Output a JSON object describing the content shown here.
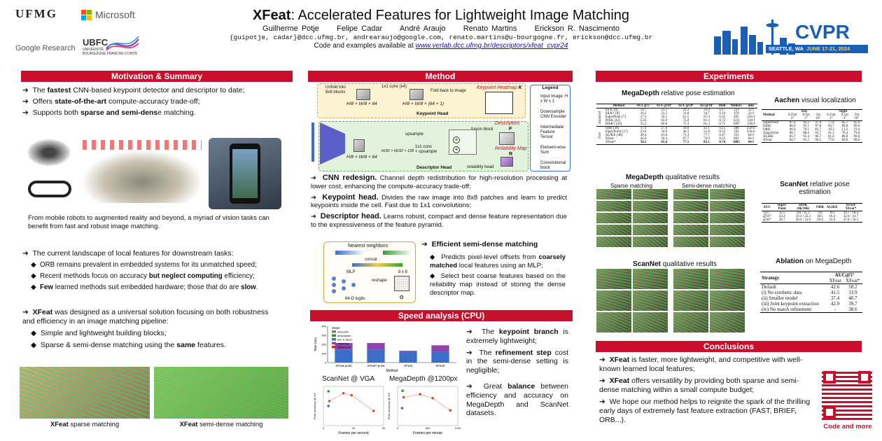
{
  "header": {
    "title_bold": "XFeat",
    "title_rest": ": Accelerated Features for Lightweight Image Matching",
    "authors": [
      "Guilherme Potje",
      "Felipe Cadar",
      "André Araujo",
      "Renato Martins",
      "Erickson R. Nascimento"
    ],
    "emails": "{guipotje, cadar}@dcc.ufmg.br, andrearaujo@google.com, renato.martins@u-bourgogne.fr, erickson@dcc.ufmg.br",
    "code_prefix": "Code and examples available at ",
    "code_link": "www.verlab.dcc.ufmg.br/descriptors/xfeat_cvpr24",
    "logos": {
      "ufmg": "UFMG",
      "microsoft": "Microsoft",
      "google": "Google Research",
      "ubfc": "UBFC",
      "ubfc_sub1": "UNIVERSITÉ",
      "ubfc_sub2": "BOURGOGNE FRANCHE-COMTÉ"
    },
    "cvpr": {
      "name": "CVPR",
      "city": "SEATTLE, WA",
      "dates": "JUNE 17-21, 2024"
    }
  },
  "motivation": {
    "title": "Motivation & Summary",
    "bullets": [
      {
        "pre": "The ",
        "bold": "fastest",
        "post": " CNN-based keypoint detector and descriptor to date;"
      },
      {
        "pre": "Offers ",
        "bold": "state-of-the-art",
        "post": " compute-accuracy trade-off;"
      },
      {
        "pre": "Supports both ",
        "bold": "sparse and semi-dens",
        "post": "e matching."
      }
    ],
    "caption": "From mobile robots to augmented reality and beyond, a myriad of vision tasks can benefit from fast and robust image matching.",
    "landscape_title": "The current landscape of local features for downstream tasks:",
    "landscape_items": [
      {
        "pre": "ORB remains prevalent in embedded systems for its unmatched speed;",
        "bold": "",
        "post": ""
      },
      {
        "pre": "Recent methods focus on accuracy ",
        "bold": "but neglect computing",
        "post": " efficiency;"
      },
      {
        "pre": "",
        "bold": "Few",
        "post": " learned methods suit embedded hardware; those that do are "
      },
      {
        "pre": "",
        "bold": "slow",
        "post": "."
      }
    ],
    "xfeat_pre": "",
    "xfeat_bold": "XFeat",
    "xfeat_post": " was designed as a universal solution focusing on both robustness and efficiency in an image matching pipeline:",
    "xfeat_items": [
      {
        "pre": "Simple and lightweight building blocks;",
        "bold": "",
        "post": ""
      },
      {
        "pre": "Sparse & semi-dense matching using the ",
        "bold": "same",
        "post": " features."
      }
    ],
    "cap_sparse_bold": "XFeat",
    "cap_sparse": " sparse matching",
    "cap_dense_bold": "XFeat",
    "cap_dense": " semi-dense matching"
  },
  "method": {
    "title": "Method",
    "diagram": {
      "unfold": "Unfold into 8x8 blocks",
      "conv1": "1x1 conv (x4)",
      "fold": "Fold back to image",
      "kp_head_label": "Keypoint Heatmap",
      "kp_head_letter": "K",
      "kp_head": "Keypoint Head",
      "desc_label": "Descriptors",
      "desc_letter": "F",
      "rel_label": "Reliability Map",
      "rel_letter": "R",
      "upsample": "upsample",
      "fusion": "fusion block",
      "conv2": "1x1 conv",
      "upsample2": "+ upsample",
      "rel_head": "reliability head",
      "desc_head": "Descriptor Head",
      "dim1": "H/8 × W/8 × 64",
      "dim2": "H/8 × W/8 × (64 + 1)",
      "dim3": "H/8 × W/8 × 64",
      "dim4": "H/32 × W/32 × 128",
      "legend_title": "Legend",
      "legend_items": [
        "Input Image: H x W x 1",
        "Downsample CNN Encoder",
        "Intermediate Feature Tensor",
        "Element-wise Sum",
        "Convolutional block"
      ]
    },
    "bullets": [
      {
        "bold": "CNN redesign.",
        "post": " Channel depth redistribution for high-resolution processing at lower cost, enhancing the compute-accuracy trade-off;"
      },
      {
        "bold": "Keypoint head.",
        "post": " Divides the raw image into 8x8 patches and learn to predict keypoints inside the cell. Fast due to 1x1 convolutions;"
      },
      {
        "bold": "Descriptor head.",
        "post": " Learns robust, compact and dense feature representation due to the expressiveness of the feature pyramid."
      }
    ],
    "semi": {
      "nn": "Nearest neighbors",
      "concat": "concat",
      "mlp": "MLP",
      "reshape": "reshape",
      "logits": "64-D logits",
      "grid": "8 x 8",
      "o": "O",
      "title": "Efficient semi-dense matching",
      "items": [
        {
          "pre": "Predicts pixel-level offsets from ",
          "bold": "coarsely matched",
          "post": " local features using an MLP;"
        },
        {
          "pre": "Select best coarse features based on the reliability map instead of storing the dense descriptor map.",
          "bold": "",
          "post": ""
        }
      ]
    }
  },
  "speed": {
    "title": "Speed analysis (CPU)",
    "bars_legend_title": "Steps",
    "bars_legend": [
      "detection",
      "description",
      "det. & descr.",
      "matching",
      "refinement"
    ],
    "bars_xlabel": "Method",
    "bars_ylabel": "Time (ms)",
    "bars_categories": [
      "XFeat-point",
      "XFeat*-point",
      "XFeat",
      "XFeat*"
    ],
    "scan_title": "ScanNet @ VGA",
    "mega_title": "MegaDepth @1200px",
    "scan_xlabel": "Frames per second",
    "mega_xlabel": "Frames per minute",
    "scan_ylabel": "Pose accuracy @ 10°",
    "mega_ylabel": "Pose accuracy @ 10°",
    "points": [
      {
        "pre": "The ",
        "bold": "keypoint branch",
        "post": " is extremely lightweight;"
      },
      {
        "pre": "The ",
        "bold": "refinement step",
        "post": " cost in the semi-dense setting is negligible;"
      },
      {
        "pre": "Great ",
        "bold": "balance",
        "post": " between efficiency and accuracy on MegaDepth and ScanNet datasets."
      }
    ]
  },
  "experiments": {
    "title": "Experiments",
    "mega_pose_bold": "MegaDepth",
    "mega_pose": " relative pose estimation",
    "mega_table": {
      "headers": [
        "Method",
        "AUC@5°",
        "AUC@10°",
        "AUC@20°",
        "Acc@10°",
        "MIR",
        "#inliers",
        "dim"
      ],
      "groups": [
        "Standard",
        "Fast"
      ],
      "rows": [
        [
          "SiLK [8]",
          "14.7",
          "21.5",
          "29.3",
          "31.9",
          "0.17",
          "233",
          "32-f"
        ],
        [
          "SiLK† [8]",
          "16.2",
          "23.2",
          "31.8",
          "34.7",
          "0.14",
          "478",
          "32-f"
        ],
        [
          "SuperPoint [7]",
          "37.3",
          "50.1",
          "61.5",
          "67.4",
          "0.35",
          "495",
          "256-f"
        ],
        [
          "DISK [43]",
          "53.8",
          "65.9",
          "75.0",
          "81.3",
          "0.72",
          "1231",
          "128-f"
        ],
        [
          "DISK† [43]",
          "55.2",
          "66.8",
          "75.3",
          "81.3",
          "0.71",
          "1997",
          "128-f"
        ],
        [
          "ORB [36]",
          "17.9",
          "27.6",
          "39.0",
          "43.1",
          "0.25",
          "288",
          "256-b"
        ],
        [
          "ZippyPoint [17]",
          "23.6",
          "34.9",
          "46.3",
          "51.8",
          "0.23",
          "192",
          "256-b"
        ],
        [
          "ALIKE [48]",
          "49.4",
          "61.8",
          "71.4",
          "77.7",
          "0.47",
          "333",
          "64-f"
        ],
        [
          "XFeat",
          "42.6",
          "56.4",
          "67.7",
          "74.9",
          "0.55",
          "892",
          "64-f"
        ],
        [
          "XFeat*",
          "50.2",
          "65.4",
          "77.1",
          "85.1",
          "0.74",
          "1885",
          "64-f"
        ]
      ]
    },
    "aachen_bold": "Aachen",
    "aachen": " visual localization",
    "aachen_table": {
      "groups": [
        "Day",
        "Night"
      ],
      "sub1": [
        "0.25m",
        "0.5m",
        "5m",
        "0.25m",
        "0.5m",
        "5m"
      ],
      "sub2": [
        "2°",
        "5°",
        "10°",
        "2°",
        "5°",
        "10°"
      ],
      "method": "Method",
      "rows": [
        [
          "SuperPoint",
          "87.4",
          "93.2",
          "97.0",
          "77.6",
          "85.7",
          "95.9"
        ],
        [
          "DISK",
          "86.9",
          "95.1",
          "97.8",
          "83.7",
          "89.8",
          "99.0"
        ],
        [
          "ORB",
          "66.9",
          "76.1",
          "81.7",
          "10.2",
          "12.2",
          "19.4"
        ],
        [
          "ZippyPoint",
          "80.7",
          "88.6",
          "93.7",
          "61.2",
          "70.4",
          "79.6"
        ],
        [
          "ALIKE",
          "85.7",
          "92.4",
          "96.7",
          "81.6",
          "88.8",
          "99.0"
        ],
        [
          "XFeat",
          "84.7",
          "91.5",
          "96.5",
          "77.6",
          "89.8",
          "98.0"
        ]
      ]
    },
    "mega_qual_bold": "MegaDepth",
    "mega_qual": " qualitative results",
    "sparse_label": "Sparse matching",
    "dense_label": "Semi-dense matching",
    "scannet_pose_bold": "ScanNet",
    "scannet_pose": " relative pose estimation",
    "scannet_table": {
      "headers": [
        "AUC",
        "Super-Point",
        "DISK (4k/10k)",
        "ORB",
        "ALIKE",
        "XFeat/ XFeat*"
      ],
      "rows": [
        [
          "@5°",
          "12.5",
          "9.6 / 11.3",
          "9.0",
          "8.0",
          "16.7 / 18.4"
        ],
        [
          "@10°",
          "24.4",
          "19.3 / 22.3",
          "18.5",
          "16.4",
          "32.6 / 34.7"
        ],
        [
          "@20°",
          "36.7",
          "30.4 / 33.9",
          "29.9",
          "25.9",
          "47.8 / 50.3"
        ]
      ]
    },
    "scannet_qual_bold": "ScanNet",
    "scannet_qual": " qualitative results",
    "ablation_bold": "Ablation",
    "ablation": " on MegaDepth",
    "ablation_table": {
      "strategy": "Strategy",
      "auc": "AUC@5°",
      "cols": [
        "XFeat",
        "XFeat*"
      ],
      "rows": [
        [
          "Default",
          "42.6",
          "50.2"
        ],
        [
          "(i) No synthetic data",
          "41.5",
          "33.9"
        ],
        [
          "(ii) Smaller model",
          "37.4",
          "40.7"
        ],
        [
          "(iii) Joint keypoint extraction",
          "42.9",
          "39.7"
        ],
        [
          "(iv) No match refinement",
          "-",
          "38.6"
        ]
      ]
    }
  },
  "conclusions": {
    "title": "Conclusions",
    "items": [
      {
        "bold": "XFeat",
        "post": " is faster, more lightweight, and competitive with well-known learned local features;"
      },
      {
        "bold": "XFeat",
        "post": " offers versatility by providing both sparse and semi-dense matching within a small compute budget;"
      },
      {
        "bold": "",
        "post": "We hope our method helps to reignite the spark of the thrilling early days of extremely fast feature extraction (FAST, BRIEF, ORB...)."
      }
    ],
    "qr_caption": "Code and more"
  },
  "colors": {
    "accent": "#c8102e",
    "cvpr_blue": "#1a5fb4",
    "link": "#1a0dab"
  },
  "chart_data": [
    {
      "type": "bar",
      "title": "",
      "xlabel": "Method",
      "ylabel": "Time (ms)",
      "categories": [
        "XFeat-point",
        "XFeat*-point",
        "XFeat",
        "XFeat*"
      ],
      "ylim": [
        0,
        400
      ],
      "legend_title": "Steps",
      "legend_placement": "top-left",
      "series": [
        {
          "name": "detection",
          "color": "#7f7f7f",
          "values": [
            0,
            0,
            0,
            0
          ]
        },
        {
          "name": "description",
          "color": "#3c8d2f",
          "values": [
            0,
            0,
            0,
            0
          ]
        },
        {
          "name": "det. & descr.",
          "color": "#3a6ec8",
          "values": [
            145,
            145,
            120,
            120
          ]
        },
        {
          "name": "matching",
          "color": "#8e44ad",
          "values": [
            70,
            70,
            10,
            70
          ]
        },
        {
          "name": "refinement",
          "color": "#d62728",
          "values": [
            0,
            0,
            0,
            0
          ]
        }
      ]
    },
    {
      "type": "scatter",
      "title": "ScanNet @ VGA",
      "xlabel": "Frames per second",
      "ylabel": "Pose accuracy @ 10°",
      "xlim": [
        0,
        60
      ],
      "ylim": [
        0,
        40
      ],
      "points": [
        {
          "x": 5,
          "y": 35,
          "color": "#2a9d2a"
        },
        {
          "x": 6,
          "y": 25,
          "color": "#d04f2a"
        },
        {
          "x": 20,
          "y": 33,
          "color": "#d04f2a"
        },
        {
          "x": 28,
          "y": 31,
          "color": "#d04f2a"
        },
        {
          "x": 50,
          "y": 15,
          "color": "#d04f2a"
        },
        {
          "x": 5,
          "y": 20,
          "color": "#3a6ec8"
        }
      ]
    },
    {
      "type": "scatter",
      "title": "MegaDepth @1200px",
      "xlabel": "Frames per minute",
      "ylabel": "Pose accuracy @ 10°",
      "xlim": [
        0,
        1200
      ],
      "ylim": [
        0,
        90
      ],
      "points": [
        {
          "x": 100,
          "y": 80,
          "color": "#2a9d2a"
        },
        {
          "x": 120,
          "y": 65,
          "color": "#d04f2a"
        },
        {
          "x": 450,
          "y": 72,
          "color": "#d04f2a"
        },
        {
          "x": 700,
          "y": 63,
          "color": "#d04f2a"
        },
        {
          "x": 1050,
          "y": 35,
          "color": "#d04f2a"
        },
        {
          "x": 90,
          "y": 40,
          "color": "#3a6ec8"
        }
      ]
    }
  ]
}
